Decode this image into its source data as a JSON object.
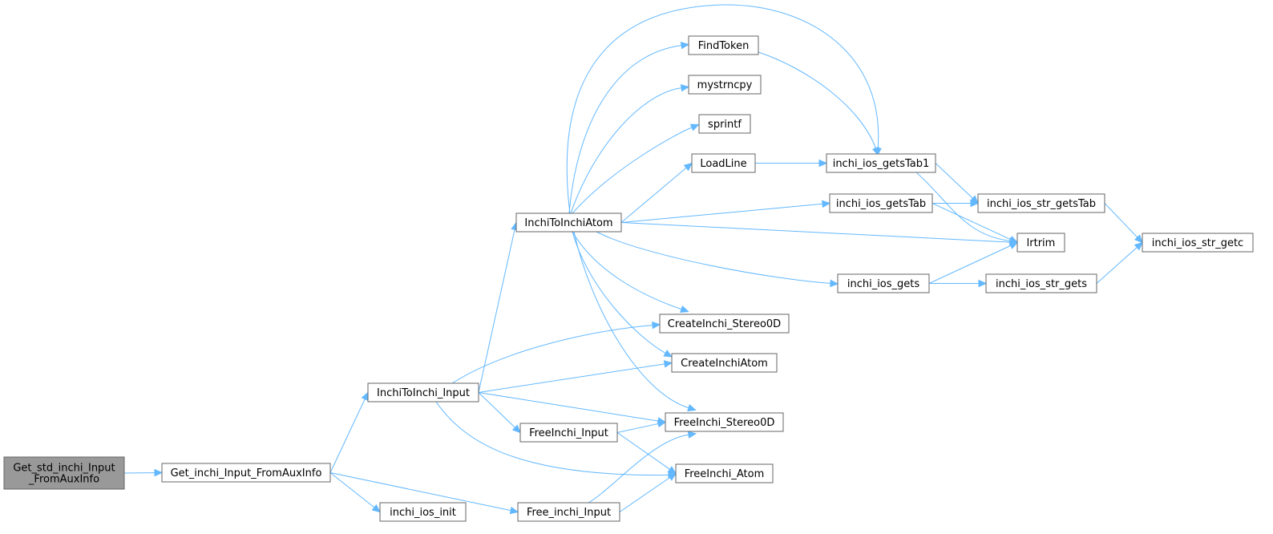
{
  "colors": {
    "edge": "#63b8ff",
    "node_border": "#666666",
    "root_fill": "#999999",
    "node_fill": "#ffffff"
  },
  "nodes": [
    {
      "id": "get_std",
      "lines": [
        "Get_std_inchi_Input",
        "_FromAuxInfo"
      ],
      "root": true
    },
    {
      "id": "get_inchi",
      "lines": [
        "Get_inchi_Input_FromAuxInfo"
      ]
    },
    {
      "id": "i2i_input",
      "lines": [
        "InchiToInchi_Input"
      ]
    },
    {
      "id": "ios_init",
      "lines": [
        "inchi_ios_init"
      ]
    },
    {
      "id": "free_inchi_input",
      "lines": [
        "Free_inchi_Input"
      ]
    },
    {
      "id": "i2i_atom",
      "lines": [
        "InchiToInchiAtom"
      ]
    },
    {
      "id": "freeinchi_input",
      "lines": [
        "FreeInchi_Input"
      ]
    },
    {
      "id": "findtoken",
      "lines": [
        "FindToken"
      ]
    },
    {
      "id": "mystrncpy",
      "lines": [
        "mystrncpy"
      ]
    },
    {
      "id": "sprintf",
      "lines": [
        "sprintf"
      ]
    },
    {
      "id": "loadline",
      "lines": [
        "LoadLine"
      ]
    },
    {
      "id": "create_stereo",
      "lines": [
        "CreateInchi_Stereo0D"
      ]
    },
    {
      "id": "create_atom",
      "lines": [
        "CreateInchiAtom"
      ]
    },
    {
      "id": "free_stereo",
      "lines": [
        "FreeInchi_Stereo0D"
      ]
    },
    {
      "id": "free_atom",
      "lines": [
        "FreeInchi_Atom"
      ]
    },
    {
      "id": "getstab1",
      "lines": [
        "inchi_ios_getsTab1"
      ]
    },
    {
      "id": "getstab",
      "lines": [
        "inchi_ios_getsTab"
      ]
    },
    {
      "id": "gets",
      "lines": [
        "inchi_ios_gets"
      ]
    },
    {
      "id": "str_getstab",
      "lines": [
        "inchi_ios_str_getsTab"
      ]
    },
    {
      "id": "lrtrim",
      "lines": [
        "lrtrim"
      ]
    },
    {
      "id": "str_gets",
      "lines": [
        "inchi_ios_str_gets"
      ]
    },
    {
      "id": "str_getc",
      "lines": [
        "inchi_ios_str_getc"
      ]
    }
  ],
  "edges": [
    [
      "get_std",
      "get_inchi"
    ],
    [
      "get_inchi",
      "i2i_input"
    ],
    [
      "get_inchi",
      "ios_init"
    ],
    [
      "get_inchi",
      "free_inchi_input"
    ],
    [
      "i2i_input",
      "i2i_atom"
    ],
    [
      "i2i_input",
      "create_stereo"
    ],
    [
      "i2i_input",
      "create_atom"
    ],
    [
      "i2i_input",
      "free_stereo"
    ],
    [
      "i2i_input",
      "freeinchi_input"
    ],
    [
      "i2i_input",
      "free_atom"
    ],
    [
      "free_inchi_input",
      "free_stereo"
    ],
    [
      "free_inchi_input",
      "free_atom"
    ],
    [
      "freeinchi_input",
      "free_stereo"
    ],
    [
      "freeinchi_input",
      "free_atom"
    ],
    [
      "i2i_atom",
      "findtoken"
    ],
    [
      "i2i_atom",
      "getstab1"
    ],
    [
      "i2i_atom",
      "mystrncpy"
    ],
    [
      "i2i_atom",
      "sprintf"
    ],
    [
      "i2i_atom",
      "loadline"
    ],
    [
      "i2i_atom",
      "getstab"
    ],
    [
      "i2i_atom",
      "lrtrim"
    ],
    [
      "i2i_atom",
      "gets"
    ],
    [
      "i2i_atom",
      "create_stereo"
    ],
    [
      "i2i_atom",
      "create_atom"
    ],
    [
      "i2i_atom",
      "free_stereo"
    ],
    [
      "findtoken",
      "getstab1"
    ],
    [
      "loadline",
      "getstab1"
    ],
    [
      "getstab1",
      "str_getstab"
    ],
    [
      "getstab1",
      "lrtrim"
    ],
    [
      "getstab",
      "str_getstab"
    ],
    [
      "getstab",
      "lrtrim"
    ],
    [
      "gets",
      "lrtrim"
    ],
    [
      "gets",
      "str_gets"
    ],
    [
      "str_getstab",
      "str_getc"
    ],
    [
      "str_gets",
      "str_getc"
    ]
  ]
}
